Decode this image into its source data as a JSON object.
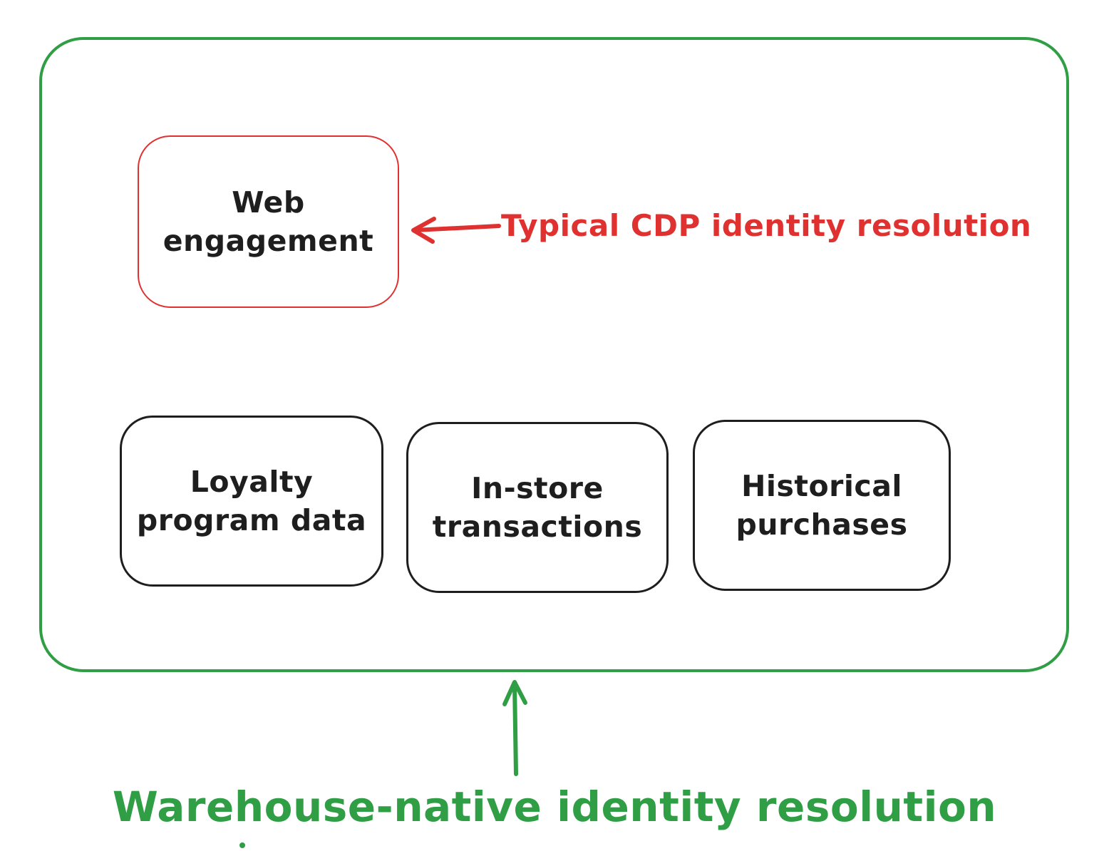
{
  "diagram": {
    "type": "hand-drawn-flow-diagram",
    "colors": {
      "frame_green": "#2f9e44",
      "highlight_red": "#e03131",
      "ink_black": "#1e1e1e",
      "background": "#ffffff"
    },
    "boxes": [
      {
        "id": "web-engagement",
        "label": "Web engagement",
        "lines": [
          "Web",
          "engagement"
        ],
        "border_color": "#e03131"
      },
      {
        "id": "loyalty-program-data",
        "label": "Loyalty program data",
        "lines": [
          "Loyalty",
          "program data"
        ],
        "border_color": "#1e1e1e"
      },
      {
        "id": "in-store-transactions",
        "label": "In-store transactions",
        "lines": [
          "In-store",
          "transactions"
        ],
        "border_color": "#1e1e1e"
      },
      {
        "id": "historical-purchases",
        "label": "Historical purchases",
        "lines": [
          "Historical",
          "purchases"
        ],
        "border_color": "#1e1e1e"
      }
    ],
    "annotations": {
      "cdp": {
        "text": "Typical CDP identity resolution",
        "color": "#e03131",
        "arrow_direction": "left",
        "points_to": "web-engagement"
      },
      "warehouse": {
        "text": "Warehouse-native identity resolution",
        "color": "#2f9e44",
        "arrow_direction": "up",
        "points_to": "outer-frame"
      }
    }
  }
}
